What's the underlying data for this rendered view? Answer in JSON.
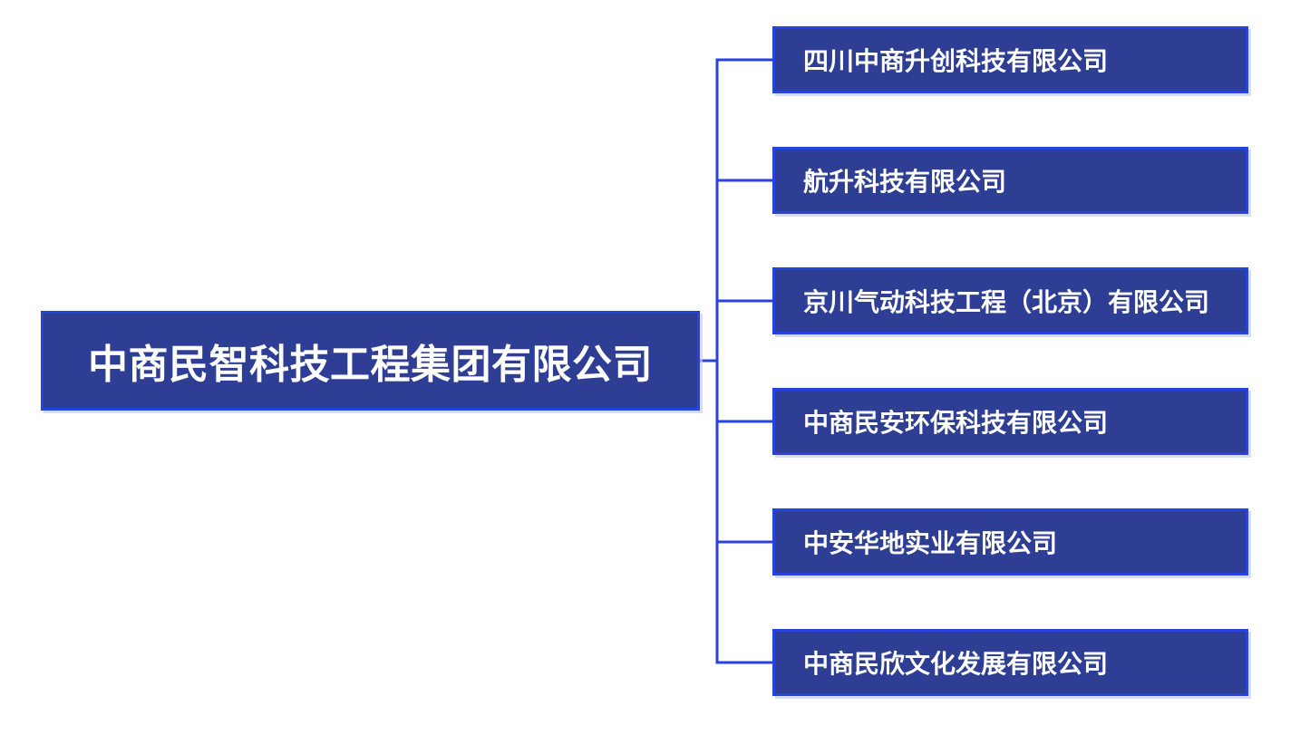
{
  "org_chart": {
    "parent": {
      "name": "中商民智科技工程集团有限公司"
    },
    "children": [
      {
        "name": "四川中商升创科技有限公司"
      },
      {
        "name": "航升科技有限公司"
      },
      {
        "name": "京川气动科技工程（北京）有限公司"
      },
      {
        "name": "中商民安环保科技有限公司"
      },
      {
        "name": "中安华地实业有限公司"
      },
      {
        "name": "中商民欣文化发展有限公司"
      }
    ],
    "colors": {
      "node_fill": "#2E3E94",
      "node_border": "#2642DF",
      "connector_line": "#2642DF",
      "text": "#FFFFFF",
      "background": "#FFFFFF"
    }
  }
}
